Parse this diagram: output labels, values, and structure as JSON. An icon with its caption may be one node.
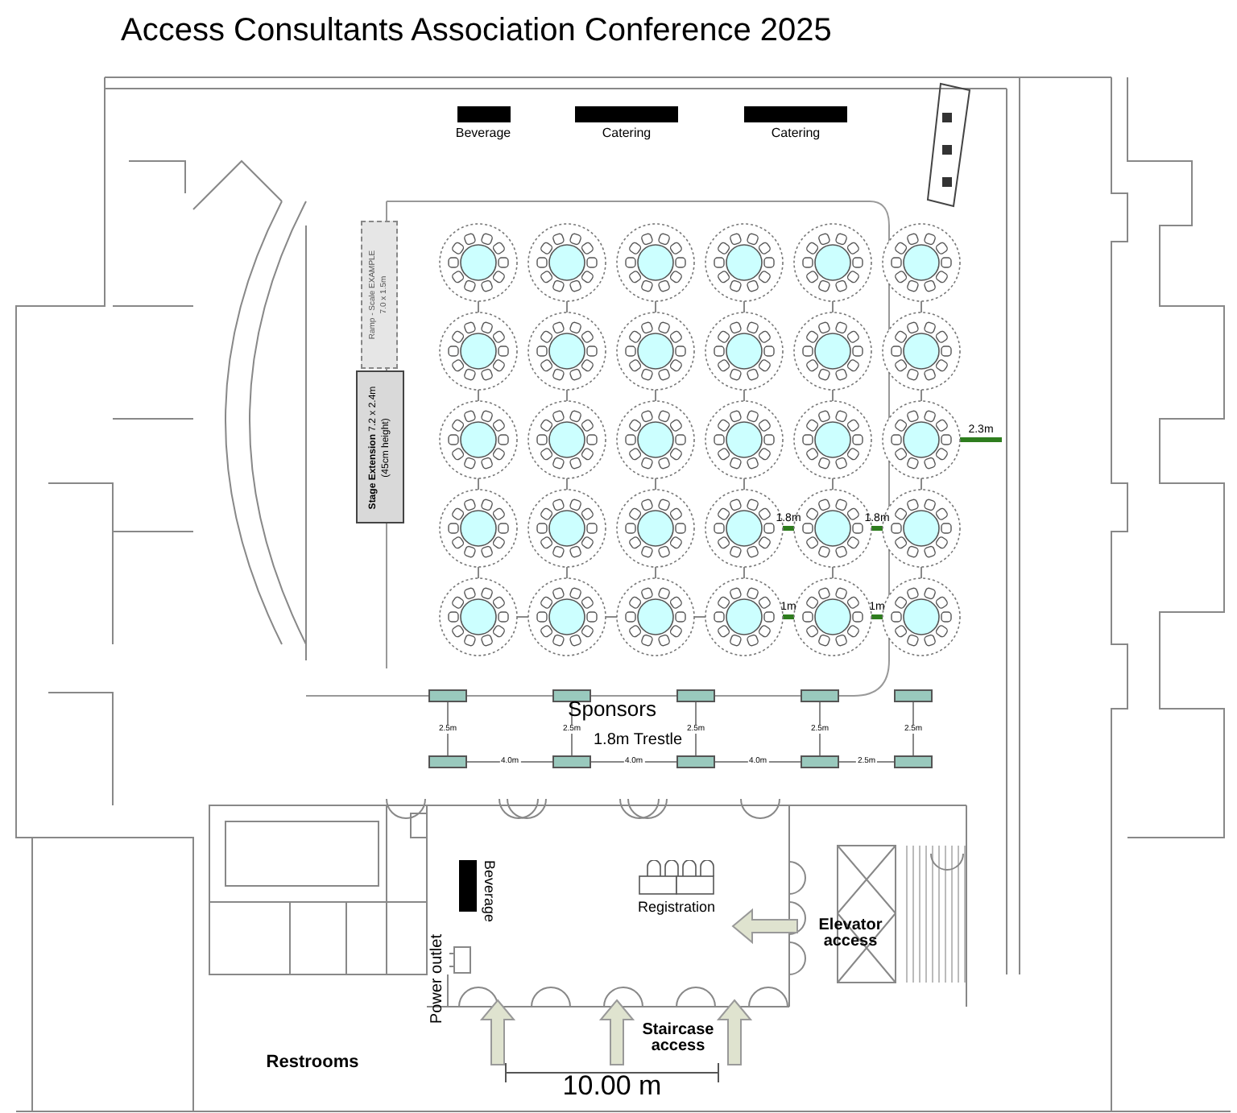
{
  "diagram": {
    "title": "Access Consultants Association Conference 2025",
    "nodes": [
      {
        "text": [
          "Beverage"
        ]
      },
      {
        "text": [
          "Catering"
        ]
      },
      {
        "text": [
          "Catering"
        ]
      },
      {
        "text": [
          "Ramp - Scale EXAMPLE",
          "7.0 x 1.5m"
        ]
      },
      {
        "text": [
          "**Stage Extension** 7.2 x 2.4m",
          "(45cm height)"
        ]
      },
      {
        "text": [],
        "shape": "circle"
      },
      {
        "text": [],
        "shape": "circle"
      },
      {
        "text": [],
        "shape": "circle"
      },
      {
        "text": [],
        "shape": "circle"
      },
      {
        "text": [],
        "shape": "circle"
      },
      {
        "text": [],
        "shape": "circle"
      },
      {
        "text": [],
        "shape": "circle"
      },
      {
        "text": [],
        "shape": "circle"
      },
      {
        "text": [],
        "shape": "circle"
      },
      {
        "text": [],
        "shape": "circle"
      },
      {
        "text": [],
        "shape": "circle"
      },
      {
        "text": [],
        "shape": "circle"
      },
      {
        "text": [],
        "shape": "circle"
      },
      {
        "text": [],
        "shape": "circle"
      },
      {
        "text": [],
        "shape": "circle"
      },
      {
        "text": [],
        "shape": "circle"
      },
      {
        "text": [],
        "shape": "circle"
      },
      {
        "text": [],
        "shape": "circle"
      },
      {
        "text": [],
        "shape": "circle"
      },
      {
        "text": [],
        "shape": "circle"
      },
      {
        "text": [],
        "shape": "circle"
      },
      {
        "text": [],
        "shape": "circle"
      },
      {
        "text": [],
        "shape": "circle"
      },
      {
        "text": [],
        "shape": "circle"
      },
      {
        "text": [],
        "shape": "circle"
      },
      {
        "text": [],
        "shape": "circle"
      },
      {
        "text": [],
        "shape": "circle"
      },
      {
        "text": [],
        "shape": "circle"
      },
      {
        "text": [],
        "shape": "circle"
      },
      {
        "text": [],
        "shape": "circle"
      },
      {
        "text": [],
        "shape": "box"
      },
      {
        "text": [],
        "shape": "box"
      },
      {
        "text": [],
        "shape": "box"
      },
      {
        "text": [],
        "shape": "box"
      },
      {
        "text": [],
        "shape": "box"
      },
      {
        "text": [],
        "shape": "box"
      },
      {
        "text": [],
        "shape": "box"
      },
      {
        "text": [],
        "shape": "box"
      },
      {
        "text": [],
        "shape": "box"
      },
      {
        "text": [],
        "shape": "box"
      },
      {
        "text": [
          "Beverage"
        ]
      },
      {
        "text": [
          "Registration"
        ]
      }
    ],
    "edges": [
      {
        "from": 5,
        "to": 11,
        "arrow": "none"
      },
      {
        "from": 6,
        "to": 12,
        "arrow": "none"
      },
      {
        "from": 7,
        "to": 13,
        "arrow": "none"
      },
      {
        "from": 8,
        "to": 14,
        "arrow": "none"
      },
      {
        "from": 9,
        "to": 15,
        "arrow": "none"
      },
      {
        "from": 10,
        "to": 16,
        "arrow": "none"
      },
      {
        "from": 11,
        "to": 17,
        "arrow": "none"
      },
      {
        "from": 12,
        "to": 18,
        "arrow": "none"
      },
      {
        "from": 13,
        "to": 19,
        "arrow": "none"
      },
      {
        "from": 14,
        "to": 20,
        "arrow": "none"
      },
      {
        "from": 15,
        "to": 21,
        "arrow": "none"
      },
      {
        "from": 16,
        "to": 22,
        "arrow": "none"
      },
      {
        "from": 17,
        "to": 23,
        "arrow": "none"
      },
      {
        "from": 18,
        "to": 24,
        "arrow": "none"
      },
      {
        "from": 19,
        "to": 25,
        "arrow": "none"
      },
      {
        "from": 20,
        "to": 26,
        "arrow": "none"
      },
      {
        "from": 21,
        "to": 27,
        "arrow": "none"
      },
      {
        "from": 22,
        "to": 28,
        "arrow": "none"
      },
      {
        "from": 23,
        "to": 29,
        "arrow": "none"
      },
      {
        "from": 24,
        "to": 30,
        "arrow": "none"
      },
      {
        "from": 25,
        "to": 31,
        "arrow": "none"
      },
      {
        "from": 26,
        "to": 32,
        "arrow": "none"
      },
      {
        "from": 27,
        "to": 33,
        "arrow": "none"
      },
      {
        "from": 28,
        "to": 34,
        "arrow": "none"
      },
      {
        "from": 29,
        "to": 30,
        "arrow": "none"
      },
      {
        "from": 30,
        "to": 31,
        "arrow": "none"
      },
      {
        "from": 31,
        "to": 32,
        "arrow": "none"
      },
      {
        "from": 26,
        "to": 27,
        "arrow": "none",
        "label": "1.8m",
        "style": "thick",
        "color": "#2e7d1e"
      },
      {
        "from": 27,
        "to": 28,
        "arrow": "none",
        "label": "1.8m",
        "style": "thick",
        "color": "#2e7d1e"
      },
      {
        "from": 32,
        "to": 33,
        "arrow": "none",
        "label": "1m",
        "style": "thick",
        "color": "#2e7d1e"
      },
      {
        "from": 33,
        "to": 34,
        "arrow": "none",
        "label": "1m",
        "style": "thick",
        "color": "#2e7d1e"
      },
      {
        "from": 22,
        "to": null,
        "arrow": "none",
        "label": "2.3m",
        "style": "thick",
        "color": "#2e7d1e"
      },
      {
        "from": 35,
        "to": 40,
        "arrow": "none",
        "label": "2.5m"
      },
      {
        "from": 36,
        "to": 41,
        "arrow": "none",
        "label": "2.5m"
      },
      {
        "from": 37,
        "to": 42,
        "arrow": "none",
        "label": "2.5m"
      },
      {
        "from": 38,
        "to": 43,
        "arrow": "none",
        "label": "2.5m"
      },
      {
        "from": 39,
        "to": 44,
        "arrow": "none",
        "label": "2.5m"
      },
      {
        "from": 40,
        "to": 41,
        "arrow": "none",
        "label": "4.0m"
      },
      {
        "from": 41,
        "to": 42,
        "arrow": "none",
        "label": "4.0m"
      },
      {
        "from": 42,
        "to": 43,
        "arrow": "none",
        "label": "4.0m"
      },
      {
        "from": 43,
        "to": 44,
        "arrow": "none",
        "label": "2.5m"
      }
    ],
    "labels": [
      "Sponsors",
      "1.8m Trestle",
      "Power outlet",
      "Elevator access",
      "Staircase access",
      "10.00 m",
      "Restrooms"
    ]
  }
}
